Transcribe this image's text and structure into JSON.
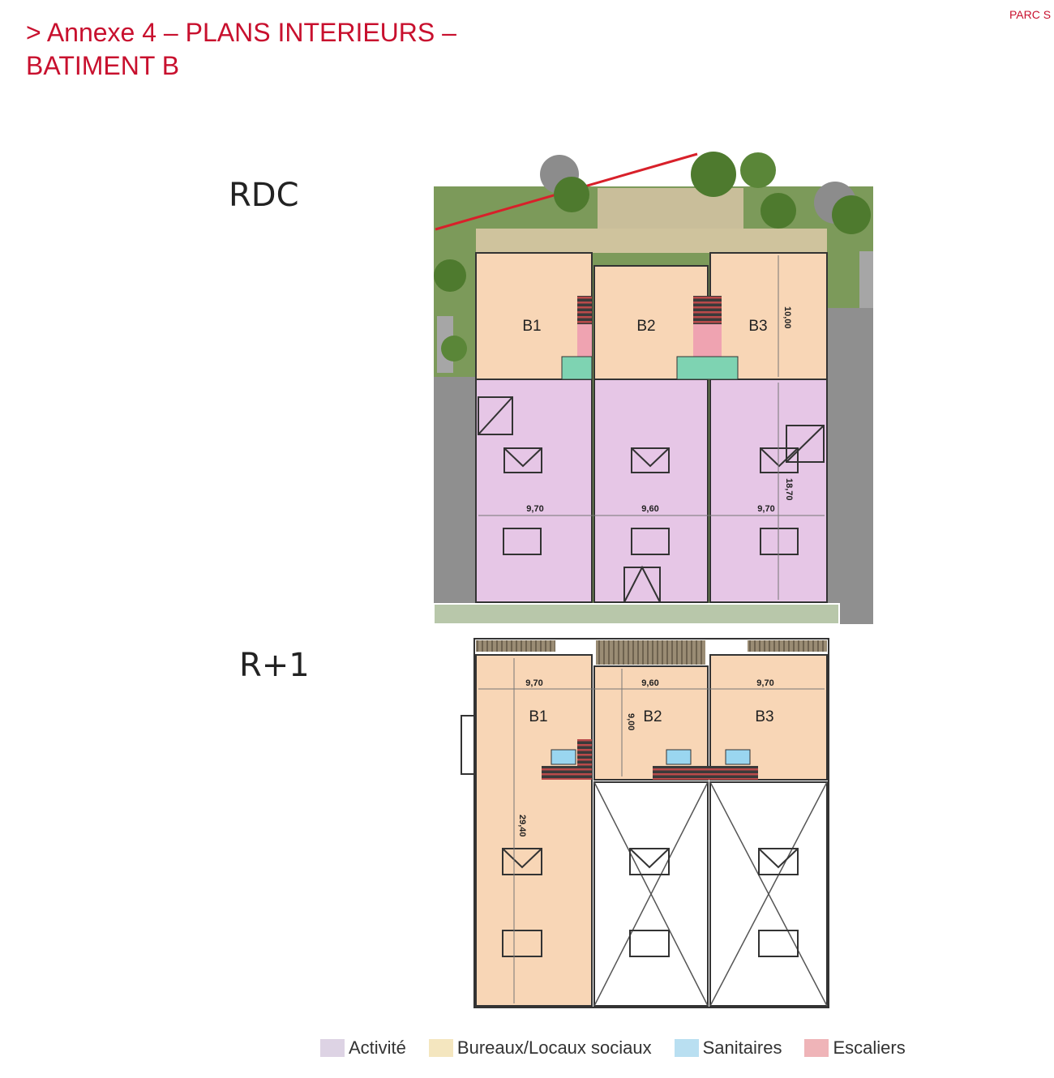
{
  "header": {
    "title_line1": "> Annexe 4 – PLANS INTERIEURS –",
    "title_line2": "BATIMENT B",
    "corner_text": "PARC S"
  },
  "levels": {
    "rdc": "RDC",
    "r1": "R+1"
  },
  "rdc_plan": {
    "units": [
      "B1",
      "B2",
      "B3"
    ],
    "widths": [
      "9,70",
      "9,60",
      "9,70"
    ],
    "office_depth": "10,00",
    "activity_depth": "18,70"
  },
  "r1_plan": {
    "units": [
      "B1",
      "B2",
      "B3"
    ],
    "widths": [
      "9,70",
      "9,60",
      "9,70"
    ],
    "office_depth": "9,00",
    "b1_depth": "29,40"
  },
  "legend": [
    {
      "label": "Activité",
      "color": "#ddd3e4"
    },
    {
      "label": "Bureaux/Locaux sociaux",
      "color": "#f4e6bf"
    },
    {
      "label": "Sanitaires",
      "color": "#b9dff1"
    },
    {
      "label": "Escaliers",
      "color": "#efb4b8"
    }
  ],
  "colors": {
    "accent": "#c8102e",
    "office": "#f8d6b6",
    "activity": "#e6c6e6",
    "greenery": "#7c9a5a",
    "road": "#8f8f8f"
  }
}
